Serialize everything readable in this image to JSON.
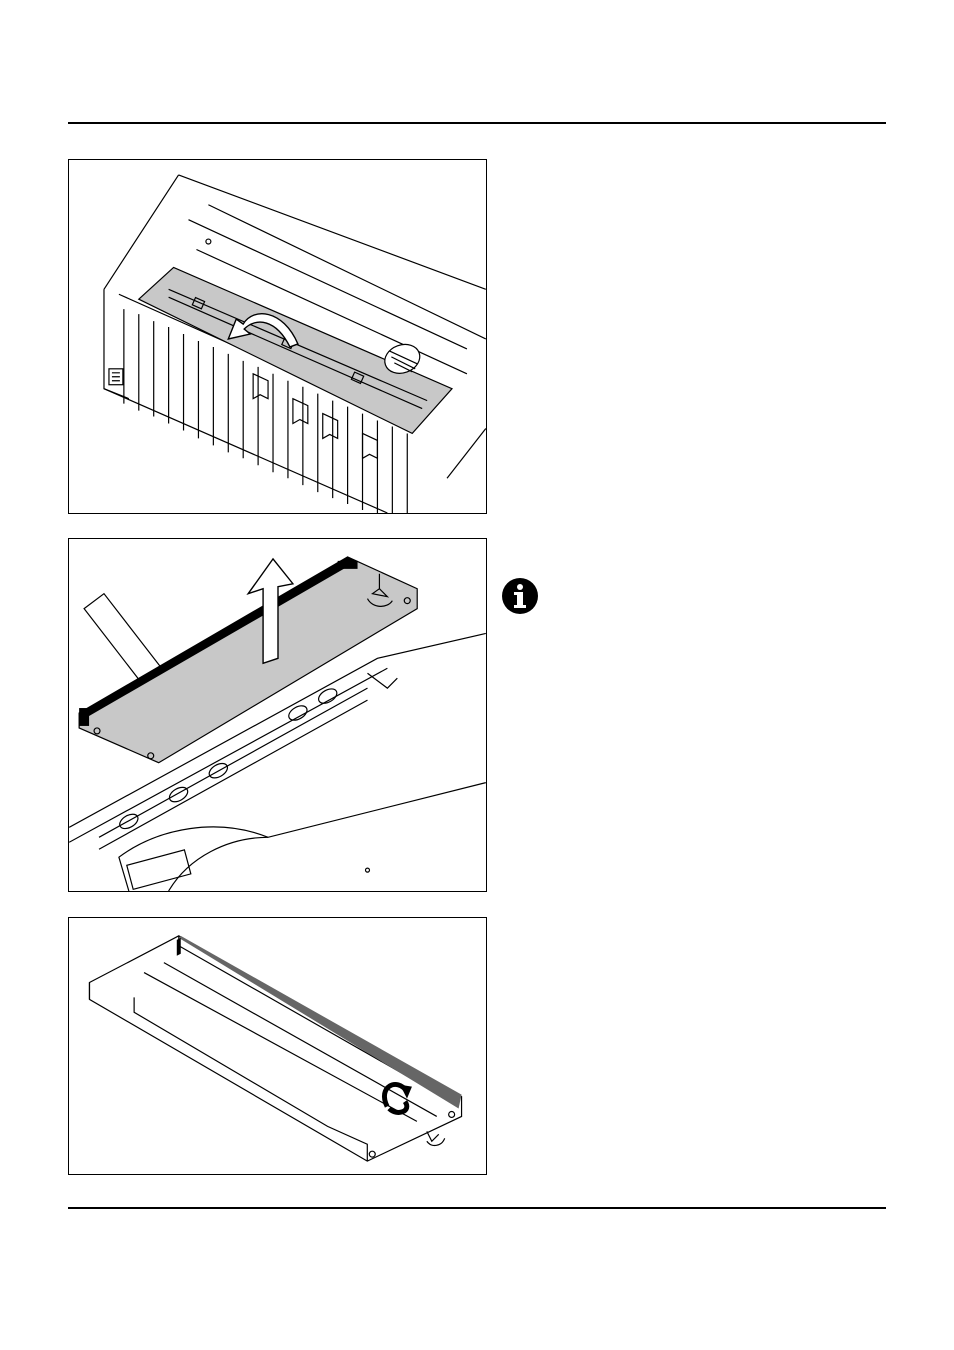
{
  "page": {
    "figures": [
      {
        "icon": "printer-cover-open-arrow-illustration"
      },
      {
        "icon": "ribbon-cassette-removal-illustration"
      },
      {
        "icon": "ribbon-cassette-knob-illustration"
      }
    ],
    "note_icon": "info-icon",
    "colors": {
      "ink": "#000000",
      "cassette_fill": "#c8c8c8",
      "background": "#ffffff"
    }
  }
}
